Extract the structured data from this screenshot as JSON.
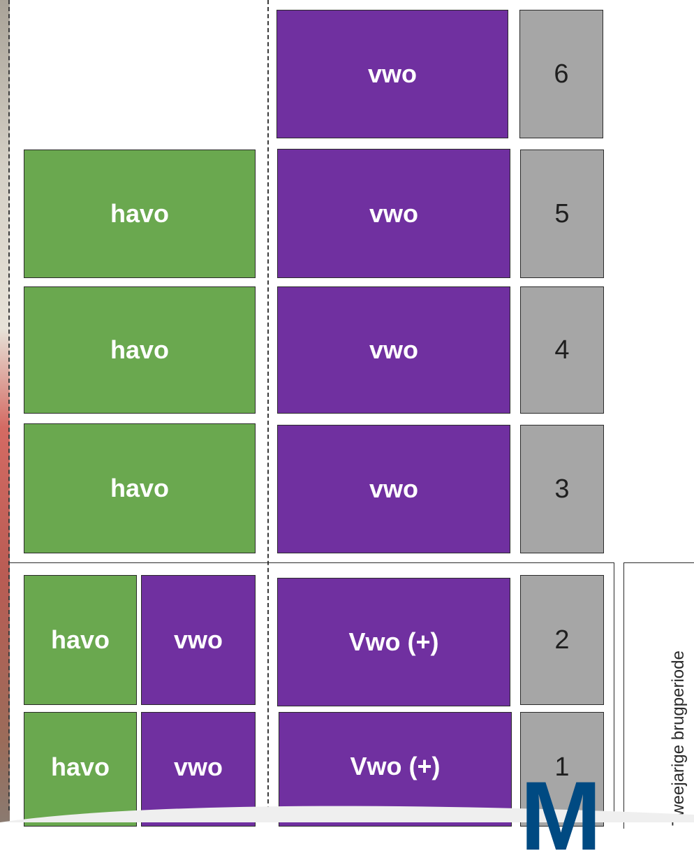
{
  "diagram": {
    "rows": [
      {
        "year": "6",
        "left": [],
        "main": "vwo"
      },
      {
        "year": "5",
        "left": [
          "havo"
        ],
        "main": "vwo"
      },
      {
        "year": "4",
        "left": [
          "havo"
        ],
        "main": "vwo"
      },
      {
        "year": "3",
        "left": [
          "havo"
        ],
        "main": "vwo"
      },
      {
        "year": "2",
        "left": [
          "havo",
          "vwo"
        ],
        "main": "Vwo (+)"
      },
      {
        "year": "1",
        "left": [
          "havo",
          "vwo"
        ],
        "main": "Vwo (+)"
      }
    ],
    "side_label": "Tweejarige brugperiode",
    "colors": {
      "havo": "#6aa84f",
      "vwo": "#7030a0",
      "year": "#a6a6a6"
    }
  },
  "logo": {
    "text": "M"
  }
}
